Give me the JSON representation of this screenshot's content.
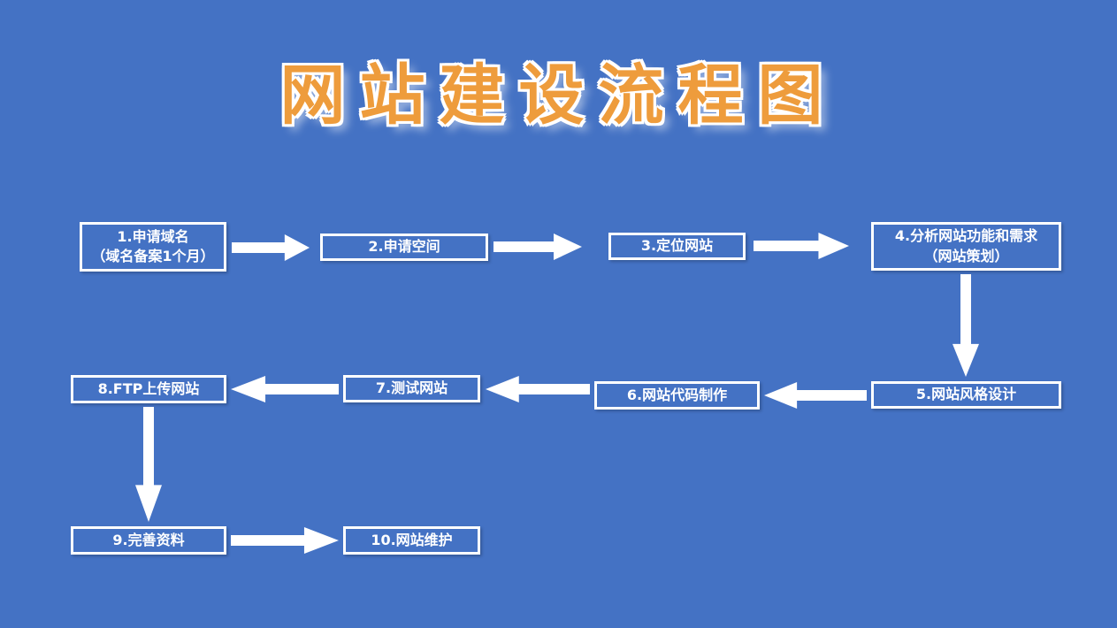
{
  "title": "网站建设流程图",
  "colors": {
    "background": "#4472C4",
    "box_fill": "#4472C4",
    "box_border": "#FFFFFF",
    "box_text": "#FFFFFF",
    "title_fill": "#EE9C3C",
    "title_outline": "#FFFFFF",
    "arrow": "#FFFFFF"
  },
  "nodes": [
    {
      "id": "1",
      "label": "1.申请域名\n（域名备案1个月）"
    },
    {
      "id": "2",
      "label": "2.申请空间"
    },
    {
      "id": "3",
      "label": "3.定位网站"
    },
    {
      "id": "4",
      "label": "4.分析网站功能和需求\n（网站策划）"
    },
    {
      "id": "5",
      "label": "5.网站风格设计"
    },
    {
      "id": "6",
      "label": "6.网站代码制作"
    },
    {
      "id": "7",
      "label": "7.测试网站"
    },
    {
      "id": "8",
      "label": "8.FTP上传网站"
    },
    {
      "id": "9",
      "label": "9.完善资料"
    },
    {
      "id": "10",
      "label": "10.网站维护"
    }
  ],
  "edges": [
    {
      "from": "1",
      "to": "2",
      "direction": "right"
    },
    {
      "from": "2",
      "to": "3",
      "direction": "right"
    },
    {
      "from": "3",
      "to": "4",
      "direction": "right"
    },
    {
      "from": "4",
      "to": "5",
      "direction": "down"
    },
    {
      "from": "5",
      "to": "6",
      "direction": "left"
    },
    {
      "from": "6",
      "to": "7",
      "direction": "left"
    },
    {
      "from": "7",
      "to": "8",
      "direction": "left"
    },
    {
      "from": "8",
      "to": "9",
      "direction": "down"
    },
    {
      "from": "9",
      "to": "10",
      "direction": "right"
    }
  ]
}
